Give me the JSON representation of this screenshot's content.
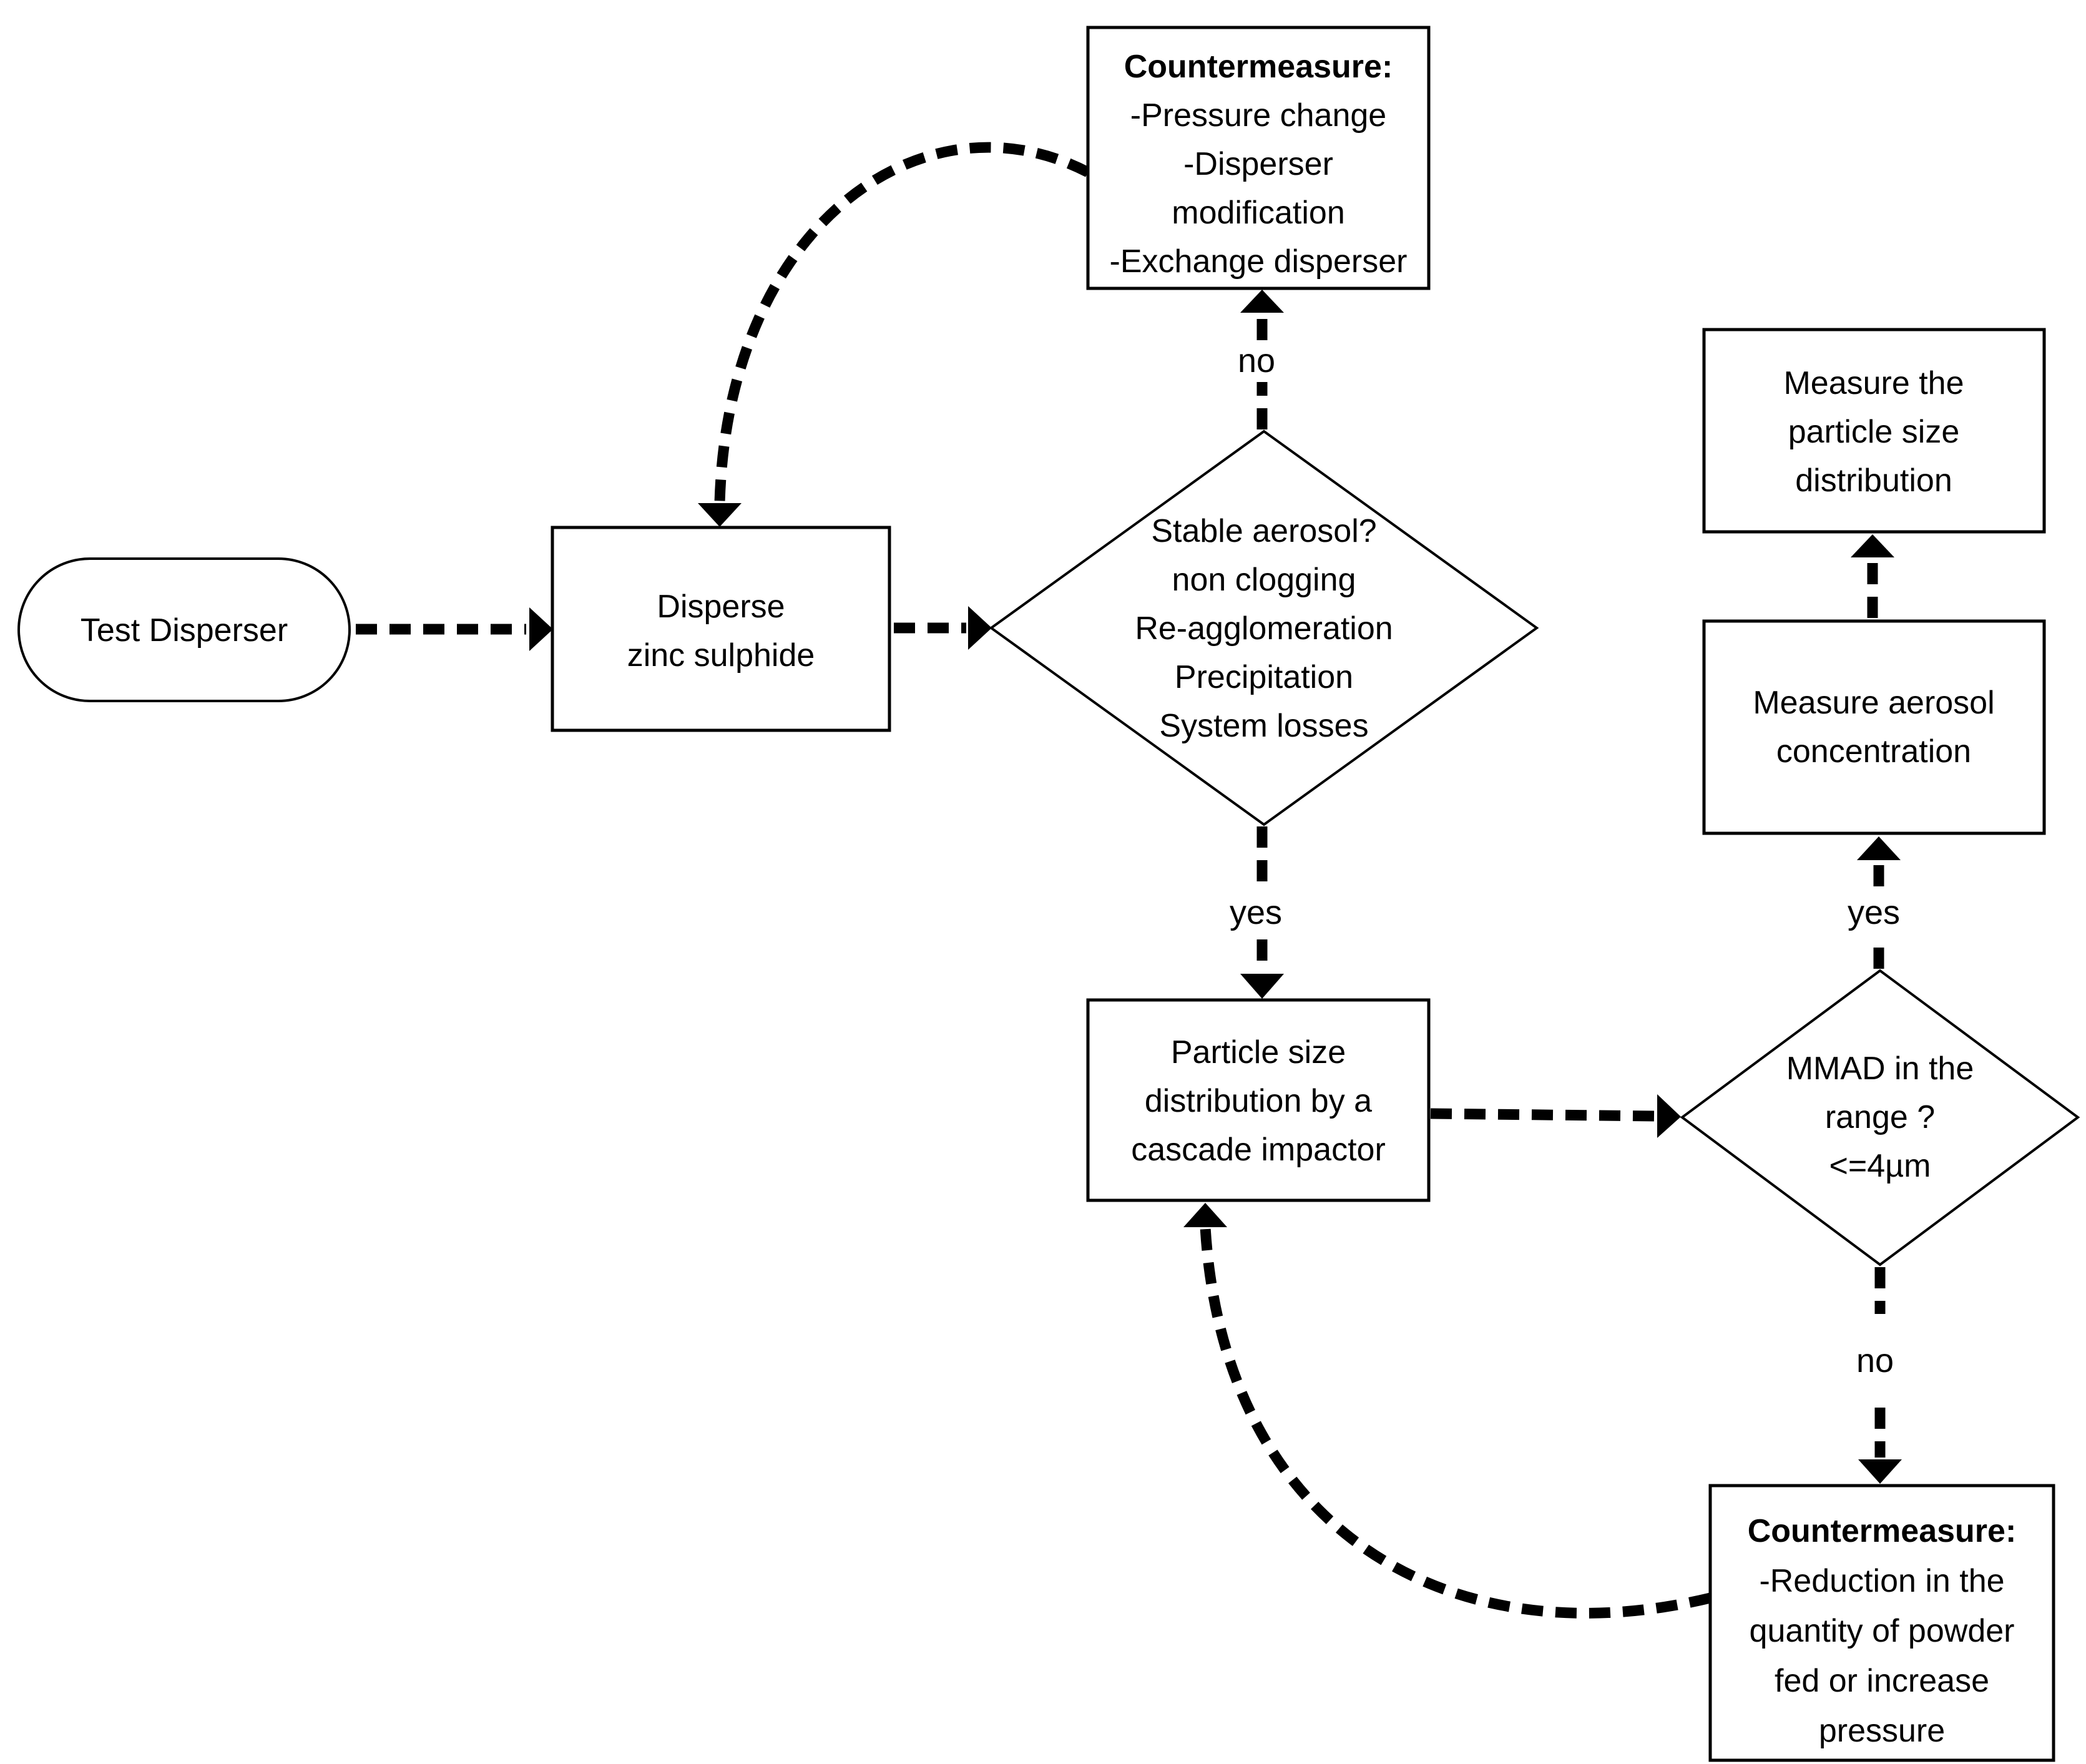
{
  "colors": {
    "ink": "#000000",
    "paper": "#ffffff"
  },
  "nodes": {
    "start": {
      "shape": "terminator",
      "label": "Test Disperser"
    },
    "disperse": {
      "shape": "process",
      "lines": [
        "Disperse",
        "zinc sulphide"
      ]
    },
    "countermeasure_disperser": {
      "shape": "process",
      "header": "Countermeasure:",
      "lines": [
        "-Pressure change",
        "-Disperser",
        "modification",
        "-Exchange disperser"
      ]
    },
    "stable_aerosol": {
      "shape": "decision",
      "lines": [
        "Stable aerosol?",
        "non clogging",
        "Re-agglomeration",
        "Precipitation",
        "System losses"
      ]
    },
    "particle_size": {
      "shape": "process",
      "lines": [
        "Particle size",
        "distribution by a",
        "cascade impactor"
      ]
    },
    "mmad": {
      "shape": "decision",
      "lines": [
        "MMAD in the",
        "range ?",
        "<=4µm"
      ]
    },
    "measure_aerosol": {
      "shape": "process",
      "lines": [
        "Measure aerosol",
        "concentration"
      ]
    },
    "measure_psd": {
      "shape": "process",
      "lines": [
        "Measure the",
        "particle size",
        "distribution"
      ]
    },
    "countermeasure_powder": {
      "shape": "process",
      "header": "Countermeasure:",
      "lines": [
        "-Reduction in the",
        "quantity of powder",
        "fed or increase",
        "pressure"
      ]
    }
  },
  "edges": {
    "stable_no": "no",
    "stable_yes": "yes",
    "mmad_yes": "yes",
    "mmad_no": "no"
  }
}
